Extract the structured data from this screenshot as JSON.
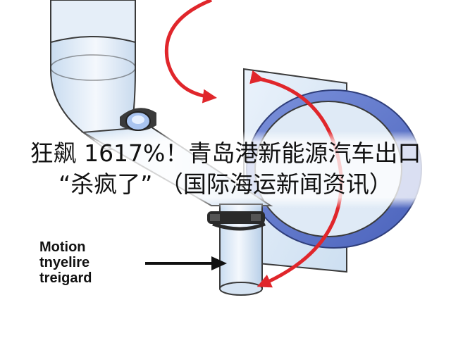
{
  "headline": {
    "line1": "狂飙 1617%！青岛港新能源汽车出口",
    "line2": "“杀疯了” （国际海运新闻资讯）"
  },
  "diagram": {
    "label_lines": [
      "Motion",
      "tnyelire",
      "treigard"
    ]
  },
  "colors": {
    "arrow_red": "#e0262b",
    "flange_blue": "#5a73c8",
    "pipe_fill": "#dbe8f6",
    "outline": "#3a3a3a"
  },
  "icons": [
    "rotation-arrow-icon",
    "pointer-arrow-icon",
    "hose-clamp-icon"
  ]
}
